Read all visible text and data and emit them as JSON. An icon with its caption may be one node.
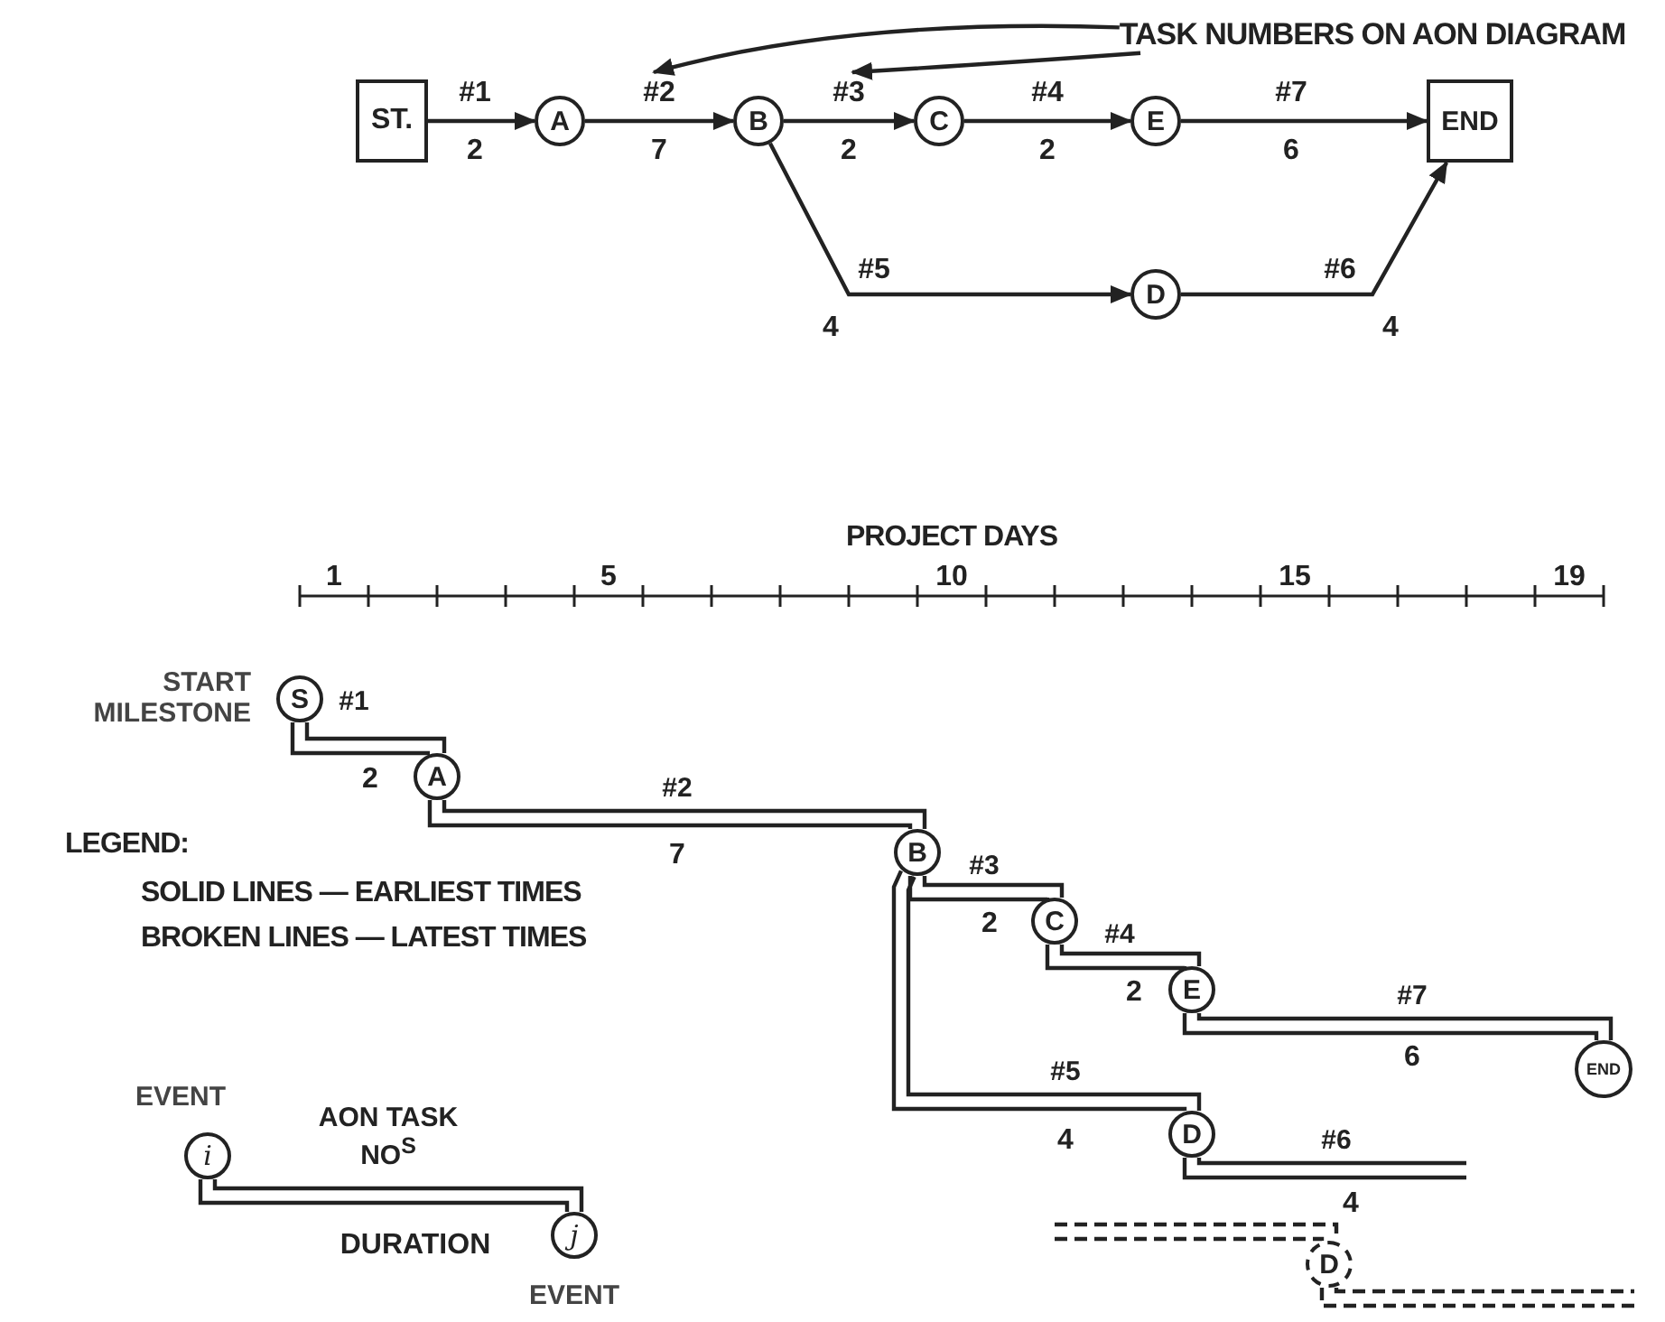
{
  "diagram": {
    "nodes": [
      {
        "text": [
          "ST."
        ]
      },
      {
        "text": [
          "A"
        ]
      },
      {
        "text": [
          "B"
        ]
      },
      {
        "text": [
          "C"
        ]
      },
      {
        "text": [
          "E"
        ]
      },
      {
        "text": [
          "END"
        ]
      },
      {
        "text": [
          "D"
        ]
      },
      {
        "text": [
          "TASK NUMBERS ON AON DIAGRAM"
        ]
      },
      {
        "text": [
          "S"
        ],
        "beside": [
          "START MILESTONE"
        ]
      },
      {
        "text": [
          "A"
        ]
      },
      {
        "text": [
          "B"
        ]
      },
      {
        "text": [
          "C"
        ]
      },
      {
        "text": [
          "E"
        ]
      },
      {
        "text": [
          "END"
        ]
      },
      {
        "text": [
          "D"
        ]
      },
      {
        "text": [
          "D"
        ]
      },
      {
        "text": [
          "i"
        ],
        "beside": [
          "EVENT"
        ]
      },
      {
        "text": [
          "j"
        ],
        "beside": [
          "EVENT"
        ]
      }
    ],
    "edges": [
      {
        "from": 0,
        "to": 1,
        "arrow": "to",
        "label": "#1"
      },
      {
        "from": 1,
        "to": 2,
        "arrow": "to",
        "label": "#2"
      },
      {
        "from": 2,
        "to": 3,
        "arrow": "to",
        "label": "#3"
      },
      {
        "from": 3,
        "to": 4,
        "arrow": "to",
        "label": "#4"
      },
      {
        "from": 4,
        "to": 5,
        "arrow": "to",
        "label": "#7"
      },
      {
        "from": 2,
        "to": 6,
        "arrow": "to",
        "label": "#5"
      },
      {
        "from": 6,
        "to": 5,
        "arrow": "to",
        "label": "#6"
      },
      {
        "from": 7,
        "to": null,
        "arrow": "to"
      },
      {
        "from": 7,
        "to": null,
        "arrow": "to"
      },
      {
        "from": 8,
        "to": 9,
        "arrow": "none",
        "label": "#1"
      },
      {
        "from": 9,
        "to": 10,
        "arrow": "none",
        "label": "#2"
      },
      {
        "from": 10,
        "to": 11,
        "arrow": "none",
        "label": "#3"
      },
      {
        "from": 11,
        "to": 12,
        "arrow": "none",
        "label": "#4"
      },
      {
        "from": 12,
        "to": 13,
        "arrow": "none",
        "label": "#7"
      },
      {
        "from": 10,
        "to": 14,
        "arrow": "none",
        "label": "#5"
      },
      {
        "from": 14,
        "to": null,
        "arrow": "none",
        "label": "#6"
      },
      {
        "from": null,
        "to": 15,
        "arrow": "none",
        "style": "dashed"
      },
      {
        "from": 15,
        "to": null,
        "arrow": "none",
        "style": "dashed"
      },
      {
        "from": 16,
        "to": 17,
        "arrow": "none",
        "label": "AON TASK NO$^{S}$"
      }
    ],
    "labels": [
      "2",
      "7",
      "2",
      "2",
      "6",
      "4",
      "4",
      "PROJECT DAYS",
      "1",
      "5",
      "10",
      "15",
      "19",
      "2",
      "LEGEND:",
      "7",
      "2",
      "2",
      "6",
      "4",
      "4",
      "DURATION"
    ],
    "legend": [
      {
        "text": "SOLID LINES — EARLIEST TIMES"
      },
      {
        "text": "BROKEN LINES — LATEST TIMES"
      }
    ]
  }
}
